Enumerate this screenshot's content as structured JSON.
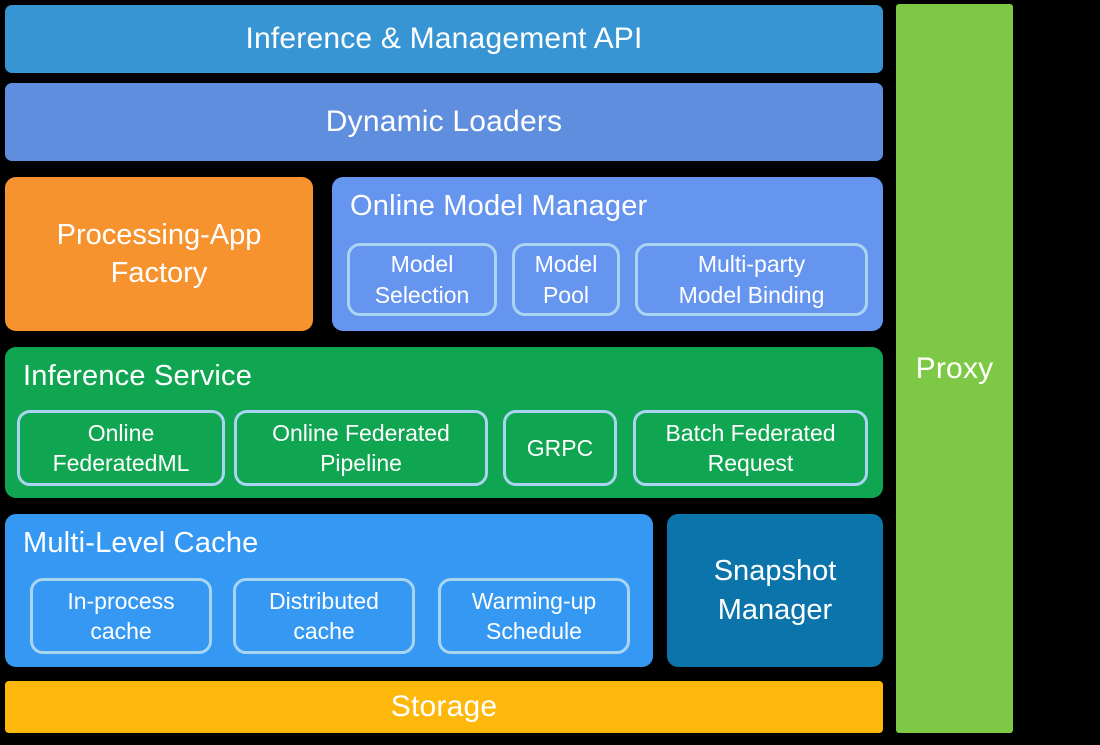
{
  "layers": {
    "api_bar": {
      "label": "Inference & Management API"
    },
    "dynamic_loaders": {
      "label": "Dynamic Loaders"
    },
    "processing_app_factory": {
      "label": "Processing-App\nFactory"
    },
    "online_model_manager": {
      "title": "Online Model Manager",
      "items": [
        {
          "label": "Model\nSelection"
        },
        {
          "label": "Model\nPool"
        },
        {
          "label": "Multi-party\nModel Binding"
        }
      ]
    },
    "inference_service": {
      "title": "Inference Service",
      "items": [
        {
          "label": "Online\nFederatedML"
        },
        {
          "label": "Online Federated\nPipeline"
        },
        {
          "label": "GRPC"
        },
        {
          "label": "Batch Federated\nRequest"
        }
      ]
    },
    "multi_level_cache": {
      "title": "Multi-Level Cache",
      "items": [
        {
          "label": "In-process\ncache"
        },
        {
          "label": "Distributed\ncache"
        },
        {
          "label": "Warming-up\nSchedule"
        }
      ]
    },
    "snapshot_manager": {
      "label": "Snapshot\nManager"
    },
    "storage": {
      "label": "Storage"
    },
    "proxy": {
      "label": "Proxy"
    }
  },
  "colors": {
    "background": "#000000",
    "api_bar": "#3795d4",
    "dynamic_loaders": "#5e8edd",
    "processing_app_factory": "#f6932f",
    "online_model_manager": "#6695f0",
    "inference_service": "#10a651",
    "multi_level_cache": "#3598f2",
    "snapshot_manager": "#0b74aa",
    "storage": "#fdb80b",
    "proxy": "#7dc845",
    "subbox_border": "#aad5f2",
    "text": "#ffffff"
  }
}
